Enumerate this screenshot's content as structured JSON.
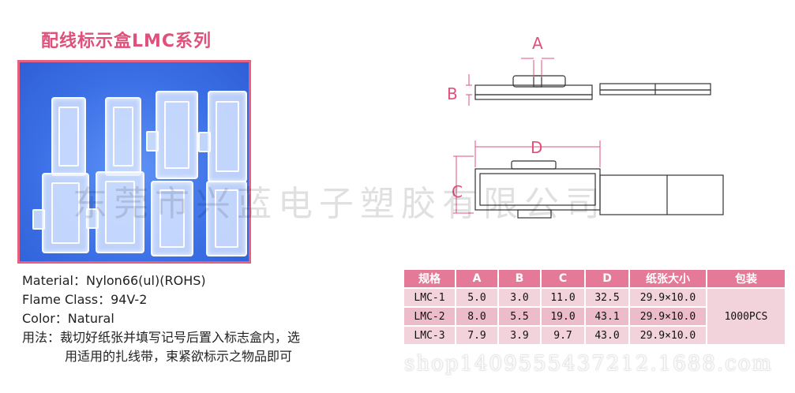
{
  "title": "配线标示盒LMC系列",
  "specs": {
    "material": "Material：Nylon66(ul)(ROHS)",
    "flame": "Flame Class：94V-2",
    "color": "Color：Natural",
    "usage_line1": "用法：裁切好纸张并填写记号后置入标志盒内，选",
    "usage_line2": "用适用的扎线带，束紧欲标示之物品即可"
  },
  "watermark": "东莞市兴蓝电子塑胶有限公司",
  "watermark_url": "shop1409555437212.1688.com",
  "dimension_labels": {
    "a": "A",
    "b": "B",
    "c": "C",
    "d": "D"
  },
  "table": {
    "headers": [
      "规格",
      "A",
      "B",
      "C",
      "D",
      "纸张大小",
      "包装"
    ],
    "rows": [
      {
        "model": "LMC-1",
        "a": "5.0",
        "b": "3.0",
        "c": "11.0",
        "d": "32.5",
        "paper": "29.9×10.0"
      },
      {
        "model": "LMC-2",
        "a": "8.0",
        "b": "5.5",
        "c": "19.0",
        "d": "43.1",
        "paper": "29.9×10.0"
      },
      {
        "model": "LMC-3",
        "a": "7.9",
        "b": "3.9",
        "c": "9.7",
        "d": "43.0",
        "paper": "29.9×10.0"
      }
    ],
    "packing": "1000PCS"
  },
  "colors": {
    "accent": "#e0507a",
    "photo_bg": "#3b6fe6",
    "table_header": "#e47a98"
  }
}
